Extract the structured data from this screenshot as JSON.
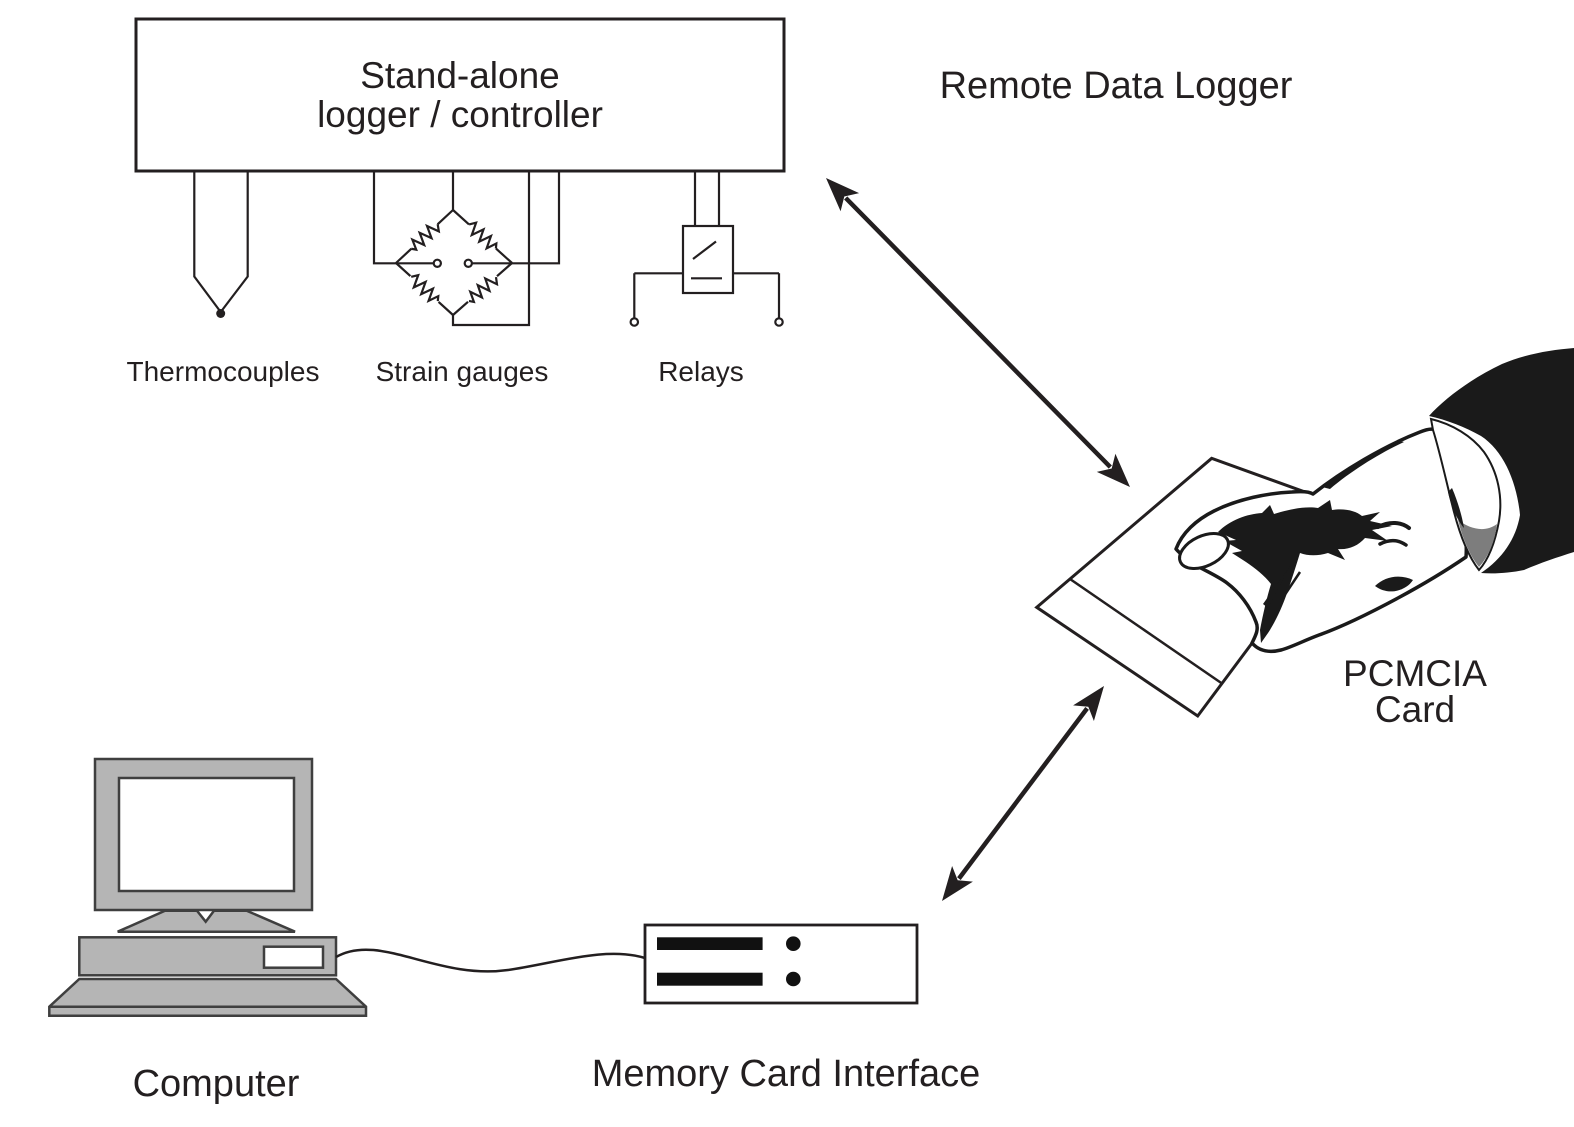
{
  "diagram": {
    "logger_box": {
      "line1": "Stand-alone",
      "line2": "logger / controller"
    },
    "sensor_labels": {
      "thermocouples": "Thermocouples",
      "strain_gauges": "Strain gauges",
      "relays": "Relays"
    },
    "remote_data_logger_label": "Remote Data Logger",
    "pcmcia_card_label": {
      "line1": "PCMCIA",
      "line2": "Card"
    },
    "computer_label": "Computer",
    "memory_card_interface_label": "Memory Card Interface",
    "colors": {
      "ink": "#231f20",
      "computer_gray": "#b5b5b5",
      "computer_outline": "#3f3f3f",
      "cuff_shadow_gray": "#7d7d7d",
      "background": "#ffffff"
    }
  }
}
